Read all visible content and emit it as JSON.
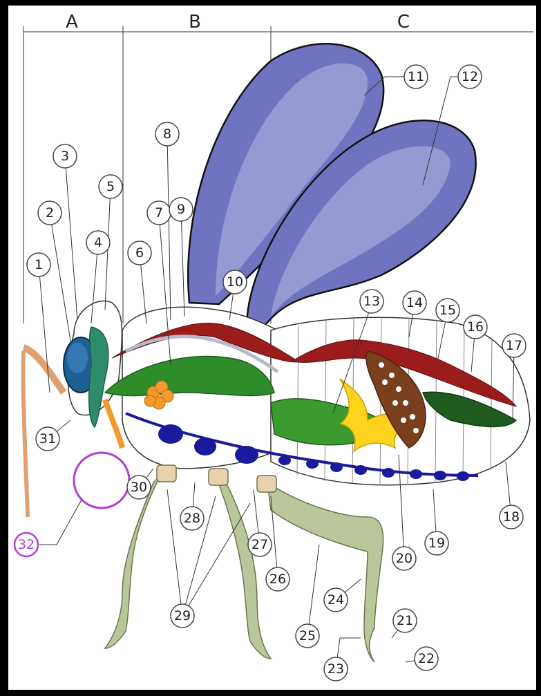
{
  "sections": [
    "A",
    "B",
    "C"
  ],
  "labels": [
    "1",
    "2",
    "3",
    "4",
    "5",
    "6",
    "7",
    "8",
    "9",
    "10",
    "11",
    "12",
    "13",
    "14",
    "15",
    "16",
    "17",
    "18",
    "19",
    "20",
    "21",
    "22",
    "23",
    "24",
    "25",
    "26",
    "27",
    "28",
    "29",
    "30",
    "31",
    "32"
  ],
  "colors": {
    "wing": "#7074c0",
    "wing_highlight": "#a7a9dc",
    "nerve_cord": "#1a1a9c",
    "dorsal_vessel": "#9c1c1c",
    "gut": "#2f8c2a",
    "gut_dark": "#1e5b1c",
    "eye": "#1e5f96",
    "leg": "#b9c79a",
    "malpighian": "#ffd21e",
    "ovary": "#7a3f1c",
    "salivary": "#f39a2a",
    "highlight_32": "#b23bd6"
  }
}
